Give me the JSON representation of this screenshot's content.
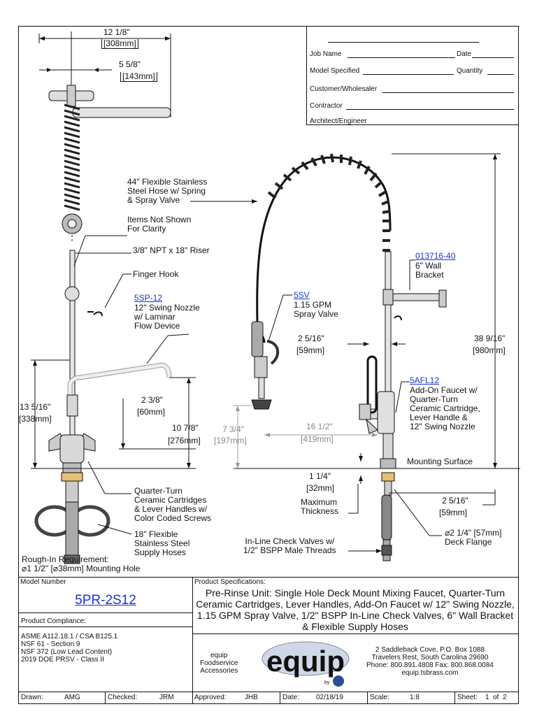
{
  "dimensions": {
    "top_width": "12 1/8\"",
    "top_width_mm": "[308mm]",
    "top_offset": "5 5/8\"",
    "top_offset_mm": "[143mm]",
    "height_left": "13 5/16\"",
    "height_left_mm": "[338mm]",
    "nozzle_drop": "2 3/8\"",
    "nozzle_drop_mm": "[60mm]",
    "spout_height": "10 7/8\"",
    "spout_height_mm": "[276mm]",
    "valve_height": "7 3/4\"",
    "valve_height_mm": "[197mm]",
    "reach": "16 1/2\"",
    "reach_mm": "[419mm]",
    "addon_offset": "2 5/16\"",
    "addon_offset_mm": "[59mm]",
    "overall_height": "38 9/16\"",
    "overall_height_mm": "[980mm]",
    "max_thickness": "1 1/4\"",
    "max_thickness_mm": "[32mm]",
    "shank_offset": "2 5/16\"",
    "shank_offset_mm": "[59mm]"
  },
  "labels": {
    "hose": [
      "44\" Flexible Stainless",
      "Steel Hose w/ Spring",
      "& Spray Valve"
    ],
    "items_not_shown": [
      "Items Not Shown",
      "For Clarity"
    ],
    "riser": "3/8\" NPT x 18\" Riser",
    "finger_hook": "Finger Hook",
    "nozzle_code": "5SP-12",
    "nozzle_desc": [
      "12\" Swing Nozzle",
      "w/ Laminar",
      "Flow Device"
    ],
    "spray_code": "5SV",
    "spray_desc": [
      "1.15 GPM",
      "Spray Valve"
    ],
    "bracket_code": "013716-40",
    "bracket_desc": [
      "6\" Wall",
      "Bracket"
    ],
    "addon_code": "5AFL12",
    "addon_desc": [
      "Add-On Faucet w/",
      "Quarter-Turn",
      "Ceramic Cartridge,",
      "Lever Handle &",
      "12\" Swing Nozzle"
    ],
    "mounting_surface": "Mounting Surface",
    "max_thickness_label": [
      "Maximum",
      "Thickness"
    ],
    "cartridges": [
      "Quarter-Turn",
      "Ceramic Cartridges",
      "& Lever Handles w/",
      "Color Coded Screws"
    ],
    "supply_hoses": [
      "18\" Flexible",
      "Stainless Steel",
      "Supply Hoses"
    ],
    "check_valves": [
      "In-Line Check Valves w/",
      "1/2\" BSPP Male Threads"
    ],
    "flange": [
      "⌀2 1/4\" [57mm]",
      "Deck Flange"
    ],
    "rough_in": [
      "Rough-In Requirement:",
      "⌀1 1/2\" [⌀38mm] Mounting Hole"
    ]
  },
  "info_box": {
    "job_name": "Job Name",
    "date": "Date",
    "model_specified": "Model Specified",
    "quantity": "Quantity",
    "customer": "Customer/Wholesaler",
    "contractor": "Contractor",
    "architect": "Architect/Engineer"
  },
  "title_block": {
    "model_number_label": "Model Number",
    "model_number": "5PR-2S12",
    "product_compliance_label": "Product Compliance:",
    "compliance": [
      "ASME A112.18.1 / CSA B125.1",
      "NSF 61 - Section 9",
      "NSF 372 (Low Lead Content)",
      "2019 DOE PRSV - Class II"
    ],
    "spec_label": "Product Specifications:",
    "spec_text": "Pre-Rinse Unit: Single Hole Deck Mount Mixing Faucet, Quarter-Turn Ceramic Cartridges, Lever Handles, Add-On Faucet w/ 12\" Swing Nozzle, 1.15 GPM Spray Valve, 1/2\" BSPP In-Line Check Valves, 6\" Wall Bracket & Flexible Supply Hoses",
    "brand_side": [
      "equip",
      "Foodservice",
      "Accessories"
    ],
    "brand_logo": "equip",
    "by_label": "by",
    "address": [
      "2 Saddleback Cove, P.O. Box 1088",
      "Travelers Rest, South Carolina 29690",
      "Phone: 800.891.4808  Fax: 800.868.0084",
      "equip.tsbrass.com"
    ],
    "drawn_label": "Drawn:",
    "drawn": "AMG",
    "checked_label": "Checked:",
    "checked": "JRM",
    "approved_label": "Approved:",
    "approved": "JHB",
    "date_label": "Date:",
    "date": "02/18/19",
    "scale_label": "Scale:",
    "scale": "1:8",
    "sheet_label": "Sheet:",
    "sheet": "1  of  2"
  }
}
